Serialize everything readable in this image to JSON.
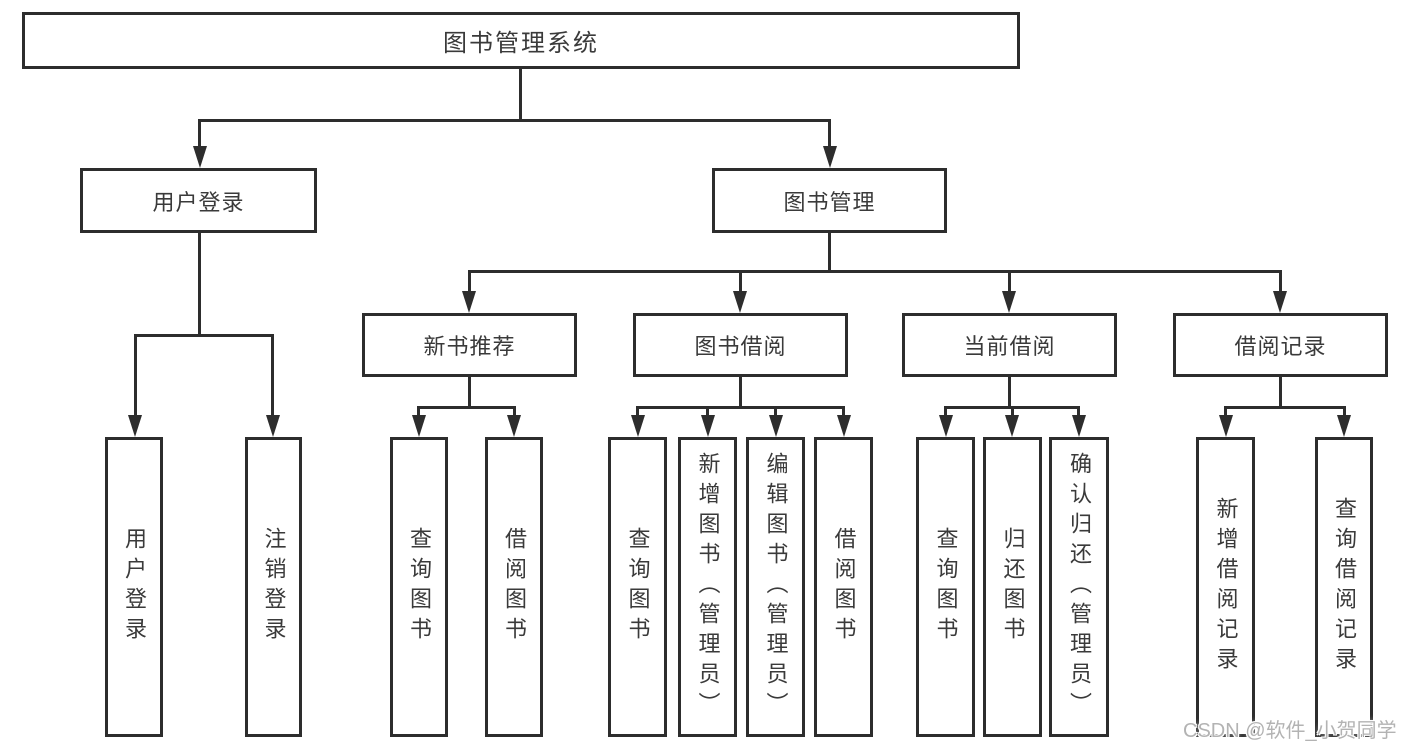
{
  "diagram": {
    "root": {
      "label": "图书管理系统"
    },
    "branches": [
      {
        "label": "用户登录",
        "children": [
          {
            "label": "用户登录"
          },
          {
            "label": "注销登录"
          }
        ]
      },
      {
        "label": "图书管理",
        "children": [
          {
            "label": "新书推荐",
            "children": [
              {
                "label": "查询图书"
              },
              {
                "label": "借阅图书"
              }
            ]
          },
          {
            "label": "图书借阅",
            "children": [
              {
                "label": "查询图书"
              },
              {
                "label": "新增图书（管理员）"
              },
              {
                "label": "编辑图书（管理员）"
              },
              {
                "label": "借阅图书"
              }
            ]
          },
          {
            "label": "当前借阅",
            "children": [
              {
                "label": "查询图书"
              },
              {
                "label": "归还图书"
              },
              {
                "label": "确认归还（管理员）"
              }
            ]
          },
          {
            "label": "借阅记录",
            "children": [
              {
                "label": "新增借阅记录"
              },
              {
                "label": "查询借阅记录"
              }
            ]
          }
        ]
      }
    ],
    "watermark": "CSDN @软件_小贺同学",
    "colors": {
      "line": "#2d2d2d",
      "text": "#3a3a3a",
      "background": "#ffffff",
      "watermark": "#b3b3b3"
    }
  }
}
